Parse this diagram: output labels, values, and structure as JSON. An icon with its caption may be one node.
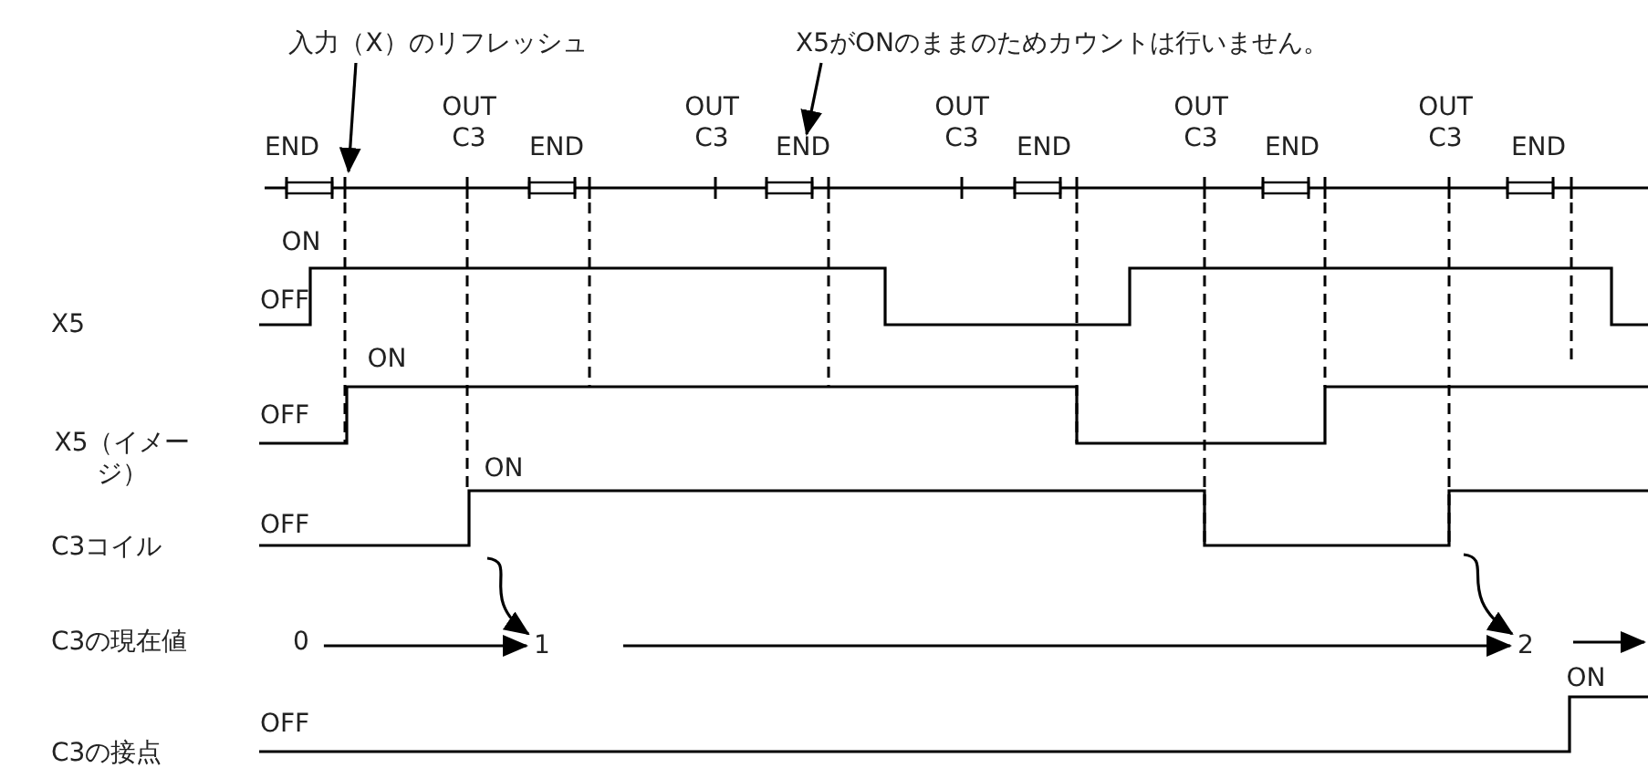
{
  "diagram": {
    "nodes": [
      {
        "text": [
          "入力（X）のリフレッシュ"
        ]
      },
      {
        "text": [
          "X5がONのままのためカウントは行いません。"
        ]
      },
      {
        "text": [
          "END"
        ]
      },
      {
        "text": [
          "0"
        ]
      },
      {
        "text": [
          "1"
        ]
      },
      {
        "text": [
          "2"
        ]
      }
    ],
    "edges": [
      {
        "from": 0,
        "to": null,
        "arrow": "to"
      },
      {
        "from": 1,
        "to": 2,
        "arrow": "to"
      },
      {
        "from": 3,
        "to": 4,
        "arrow": "to"
      },
      {
        "from": 4,
        "to": 5,
        "arrow": "to"
      },
      {
        "from": null,
        "to": 4,
        "arrow": "to"
      },
      {
        "from": null,
        "to": 5,
        "arrow": "to"
      }
    ],
    "labels": [
      "END",
      "OUT C3",
      "END",
      "OUT C3",
      "OUT C3",
      "END",
      "OUT C3",
      "END",
      "OUT C3",
      "END",
      "ON",
      "OFF",
      "X5",
      "ON",
      "OFF",
      "X5（イメージ）",
      "ON",
      "OFF",
      "C3コイル",
      "C3の現在値",
      "ON",
      "C3の接点",
      "OFF"
    ]
  }
}
